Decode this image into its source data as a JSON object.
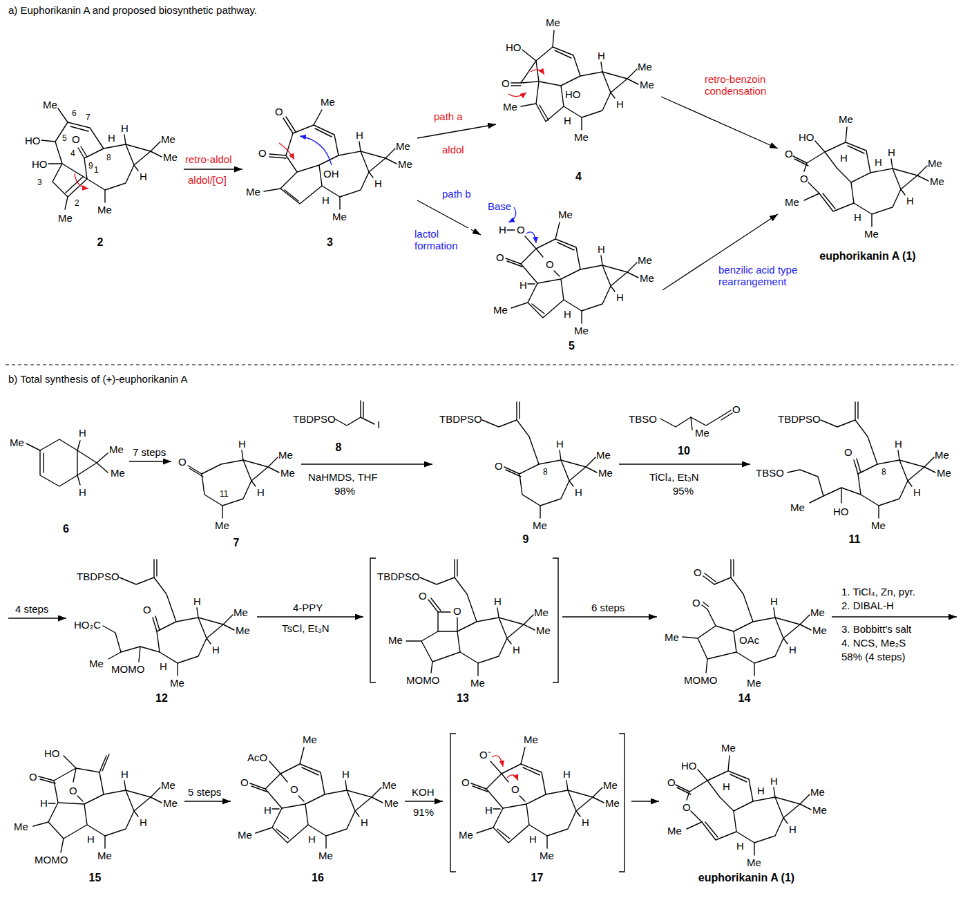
{
  "diagram": {
    "nodes": [
      {
        "text": [
          "2"
        ]
      },
      {
        "text": [
          "3"
        ]
      },
      {
        "text": [
          "4"
        ]
      },
      {
        "text": [
          "5"
        ]
      },
      {
        "text": [
          "euphorikanin A (1)"
        ]
      },
      {
        "text": [
          "6"
        ]
      },
      {
        "text": [
          "7"
        ]
      },
      {
        "text": [
          "8"
        ]
      },
      {
        "text": [
          "9"
        ]
      },
      {
        "text": [
          "10"
        ]
      },
      {
        "text": [
          "11"
        ]
      },
      {
        "text": [
          "12"
        ]
      },
      {
        "text": [
          "13"
        ]
      },
      {
        "text": [
          "14"
        ]
      },
      {
        "text": [
          "15"
        ]
      },
      {
        "text": [
          "16"
        ]
      },
      {
        "text": [
          "17"
        ]
      },
      {
        "text": [
          "euphorikanin A (1)"
        ]
      }
    ],
    "edges": [
      {
        "from": 0,
        "to": 1,
        "arrow": "to",
        "label": "retro-aldol"
      },
      {
        "from": 1,
        "to": 2,
        "arrow": "to",
        "label": "aldol"
      },
      {
        "from": 1,
        "to": 3,
        "arrow": "to",
        "label": "lactol formation"
      },
      {
        "from": 2,
        "to": 4,
        "arrow": "to",
        "label": "retro-benzoin condensation"
      },
      {
        "from": 3,
        "to": 4,
        "arrow": "to",
        "label": "benzilic acid type rearrangement"
      },
      {
        "from": 5,
        "to": 6,
        "arrow": "to",
        "label": "7 steps"
      },
      {
        "from": 6,
        "to": 8,
        "arrow": "to",
        "label": "NaHMDS, THF"
      },
      {
        "from": 8,
        "to": 10,
        "arrow": "to",
        "label": "TiCl₄, Et₃N"
      },
      {
        "from": 10,
        "to": 11,
        "arrow": "to",
        "label": "4 steps"
      },
      {
        "from": 11,
        "to": 12,
        "arrow": "to",
        "label": "4-PPY"
      },
      {
        "from": 12,
        "to": 13,
        "arrow": "to",
        "label": "6 steps"
      },
      {
        "from": 13,
        "to": 14,
        "arrow": "to",
        "label": "1. TiCl₄, Zn, pyr."
      },
      {
        "from": 14,
        "to": 15,
        "arrow": "to",
        "label": "5 steps"
      },
      {
        "from": 15,
        "to": 16,
        "arrow": "to",
        "label": "KOH"
      },
      {
        "from": 16,
        "to": 17,
        "arrow": "to"
      }
    ],
    "labels": [
      "a) Euphorikanin A and proposed biosynthetic pathway.",
      "b) Total synthesis of (+)-euphorikanin A",
      "aldol/[O]",
      "path a",
      "path b",
      "98%",
      "95%",
      "TsCl, Et₃N",
      "2. DIBAL-H",
      "3. Bobbitt's salt",
      "4. NCS, Me₂S",
      "58% (4 steps)",
      "91%",
      "Me",
      "6",
      "7",
      "H",
      "HO",
      "5",
      "HO",
      "4",
      "O",
      "9",
      "3",
      "2",
      "1",
      "Me",
      "8",
      "H",
      "Me",
      "Me",
      "H",
      "Me",
      "Me",
      "O",
      "O",
      "Me",
      "OH",
      "H",
      "H",
      "Me",
      "Me",
      "H",
      "Me",
      "Me",
      "HO",
      "O",
      "Me",
      "HO",
      "H",
      "H",
      "Me",
      "Me",
      "H",
      "Me",
      "Base",
      "H",
      "O",
      "Me",
      "O",
      "O",
      "H",
      "Me",
      "H",
      "H",
      "Me",
      "Me",
      "H",
      "Me",
      "HO",
      "Me",
      "O",
      "O",
      "H",
      "Me",
      "H",
      "H",
      "H",
      "Me",
      "Me",
      "H",
      "Me",
      "Me",
      "H",
      "Me",
      "Me",
      "H",
      "O",
      "11",
      "H",
      "Me",
      "Me",
      "H",
      "Me",
      "TBDPSO",
      "I",
      "TBDPSO",
      "O",
      "8",
      "H",
      "Me",
      "Me",
      "H",
      "Me",
      "TBSO",
      "O",
      "Me",
      "TBDPSO",
      "O",
      "TBSO",
      "Me",
      "HO",
      "8",
      "H",
      "Me",
      "Me",
      "H",
      "Me",
      "TBDPSO",
      "O",
      "HO₂C",
      "Me",
      "MOMO",
      "H",
      "H",
      "Me",
      "Me",
      "H",
      "Me",
      "TBDPSO",
      "O",
      "O",
      "Me",
      "MOMO",
      "H",
      "Me",
      "Me",
      "H",
      "Me",
      "O",
      "O",
      "OAc",
      "Me",
      "MOMO",
      "H",
      "Me",
      "Me",
      "H",
      "Me",
      "HO",
      "O",
      "O",
      "H",
      "Me",
      "MOMO",
      "H",
      "H",
      "Me",
      "Me",
      "H",
      "Me",
      "Me",
      "AcO",
      "O",
      "O",
      "H",
      "Me",
      "H",
      "H",
      "Me",
      "Me",
      "H",
      "Me",
      "Me",
      "O⁻",
      "O",
      "O",
      "H",
      "Me",
      "H",
      "H",
      "Me",
      "Me",
      "H",
      "Me",
      "HO",
      "Me",
      "O",
      "O",
      "H",
      "Me",
      "H",
      "H",
      "H",
      "Me",
      "Me",
      "H",
      "Me"
    ]
  }
}
